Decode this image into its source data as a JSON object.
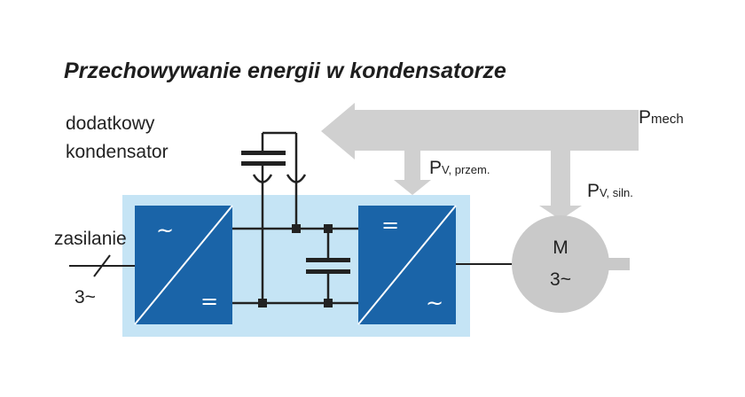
{
  "title": "Przechowywanie energii w kondensatorze",
  "labels": {
    "extra_capacitor_line1": "dodatkowy",
    "extra_capacitor_line2": "kondensator",
    "supply": "zasilanie",
    "supply_phase": "3~",
    "p_mech_main": "P",
    "p_mech_sub": "mech",
    "pv_conv_main": "P",
    "pv_conv_sub": "V, przem.",
    "pv_motor_main": "P",
    "pv_motor_sub": "V, siln.",
    "motor_m": "M",
    "motor_phase": "3~"
  },
  "converters": {
    "rectifier_ac_symbol": "~",
    "rectifier_dc_symbol": "=",
    "inverter_dc_symbol": "=",
    "inverter_ac_symbol": "~"
  },
  "colors": {
    "drive_background": "#c5e4f5",
    "converter_blue": "#1a64a8",
    "power_flow_gray": "#d0d0d0",
    "motor_gray": "#c9c9c9",
    "wire": "#222222"
  }
}
